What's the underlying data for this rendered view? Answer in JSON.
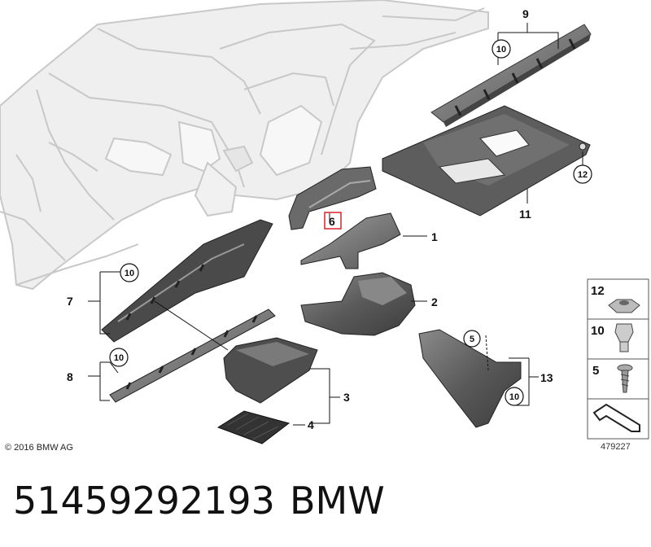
{
  "diagram": {
    "callouts": {
      "c1": "1",
      "c2": "2",
      "c3": "3",
      "c4": "4",
      "c6": "6",
      "c7": "7",
      "c8": "8",
      "c9": "9",
      "c11": "11",
      "c13": "13"
    },
    "circled": {
      "c10_top": "10",
      "c10_left": "10",
      "c10_lower": "10",
      "c10_right": "10",
      "c12": "12",
      "c5": "5"
    },
    "legend": [
      {
        "number": "12",
        "icon": "nut-icon"
      },
      {
        "number": "10",
        "icon": "clip-icon"
      },
      {
        "number": "5",
        "icon": "screw-icon"
      },
      {
        "number": "",
        "icon": "arrow-icon"
      }
    ],
    "reference_number": "479227",
    "copyright": "© 2016 BMW AG",
    "highlight_color": "#d9242a"
  },
  "footer": {
    "part_number": "51459292193",
    "brand": "BMW"
  }
}
